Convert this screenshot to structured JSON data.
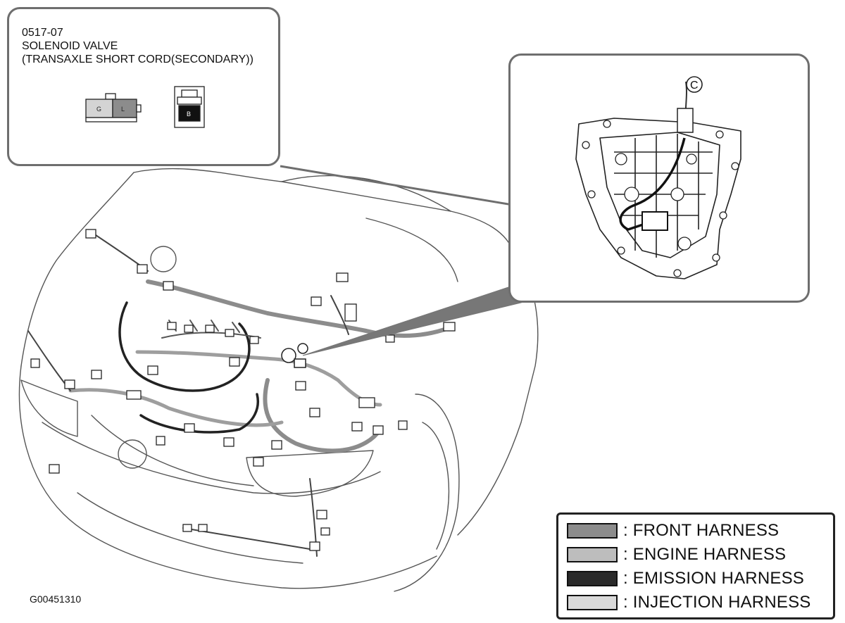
{
  "callout": {
    "code": "0517-07",
    "title": "SOLENOID VALVE",
    "subtitle": "(TRANSAXLE SHORT CORD(SECONDARY))",
    "connector_left": {
      "pins": [
        "G",
        "L"
      ]
    },
    "connector_right": {
      "pin": "B"
    }
  },
  "detail": {
    "marker": "C"
  },
  "legend": [
    {
      "label": ": FRONT HARNESS",
      "color": "#8c8c8c"
    },
    {
      "label": ": ENGINE HARNESS",
      "color": "#bdbdbd"
    },
    {
      "label": ": EMISSION HARNESS",
      "color": "#2a2a2a"
    },
    {
      "label": ": INJECTION HARNESS",
      "color": "#d9d9d9"
    }
  ],
  "figure_id": "G00451310",
  "colors": {
    "outline": "#6e6e6e",
    "ink": "#111111"
  }
}
